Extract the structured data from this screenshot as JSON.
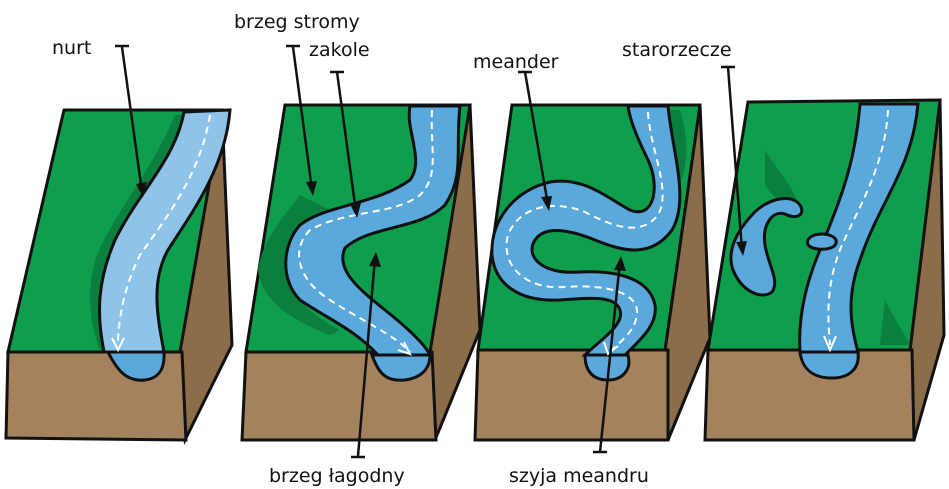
{
  "colors": {
    "grass": "#0e9e4e",
    "grass_dark": "#0b7f3e",
    "soil": "#a3825d",
    "soil_side": "#8c6d49",
    "river_light": "#8ec3ea",
    "river": "#5aa8dc",
    "outline": "#111111",
    "current": "#ffffff"
  },
  "labels": {
    "nurt": "nurt",
    "brzeg_stromy": "brzeg stromy",
    "zakole": "zakole",
    "meander": "meander",
    "starorzecze": "starorzecze",
    "brzeg_lagodny": "brzeg łagodny",
    "szyja_meandru": "szyja meandru"
  }
}
